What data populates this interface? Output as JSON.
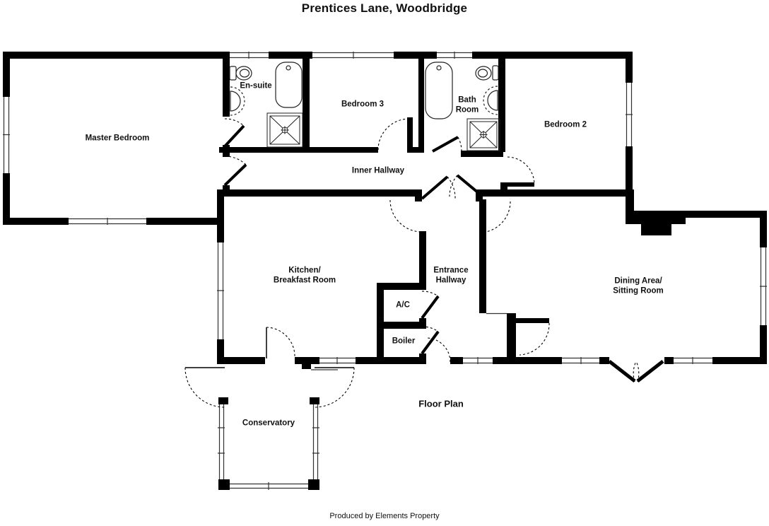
{
  "title": "Prentices Lane, Woodbridge",
  "footer": "Produced by Elements Property",
  "caption": "Floor Plan",
  "colors": {
    "wall": "#000000",
    "background": "#ffffff",
    "text": "#111111"
  },
  "rooms": {
    "master_bedroom": {
      "label": "Master Bedroom"
    },
    "en_suite": {
      "label": "En-suite"
    },
    "bedroom3": {
      "label": "Bedroom 3"
    },
    "bath_room": {
      "line1": "Bath",
      "line2": "Room"
    },
    "bedroom2": {
      "label": "Bedroom 2"
    },
    "inner_hallway": {
      "label": "Inner Hallway"
    },
    "kitchen": {
      "line1": "Kitchen/",
      "line2": "Breakfast Room"
    },
    "entrance_hallway": {
      "line1": "Entrance",
      "line2": "Hallway"
    },
    "ac": {
      "label": "A/C"
    },
    "boiler": {
      "label": "Boiler"
    },
    "dining": {
      "line1": "Dining Area/",
      "line2": "Sitting Room"
    },
    "conservatory": {
      "label": "Conservatory"
    }
  },
  "fixtures": [
    "toilet-icon",
    "sink-icon",
    "bath-icon",
    "shower-icon"
  ]
}
